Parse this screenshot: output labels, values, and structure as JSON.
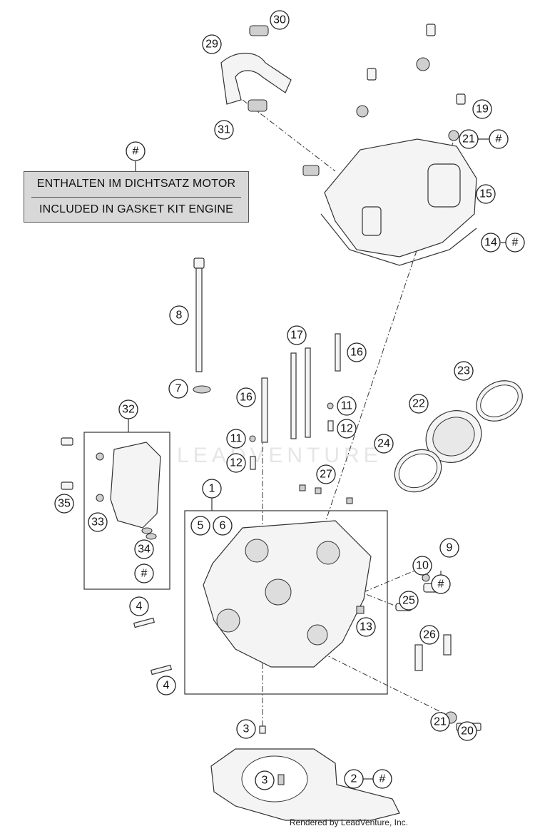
{
  "legend": {
    "marker": "#",
    "line_de": "ENTHALTEN IM DICHTSATZ MOTOR",
    "line_en": "INCLUDED IN GASKET KIT ENGINE"
  },
  "watermark": "LEADVENTURE",
  "footer": "Rendered by LeadVenture, Inc.",
  "callouts": [
    {
      "id": "c30",
      "text": "30"
    },
    {
      "id": "c29",
      "text": "29"
    },
    {
      "id": "c31",
      "text": "31"
    },
    {
      "id": "c19",
      "text": "19"
    },
    {
      "id": "c21a",
      "text": "21"
    },
    {
      "id": "c21a_h",
      "text": "#"
    },
    {
      "id": "c15",
      "text": "15"
    },
    {
      "id": "c14",
      "text": "14"
    },
    {
      "id": "c14_h",
      "text": "#"
    },
    {
      "id": "c8",
      "text": "8"
    },
    {
      "id": "c7",
      "text": "7"
    },
    {
      "id": "c17",
      "text": "17"
    },
    {
      "id": "c16a",
      "text": "16"
    },
    {
      "id": "c16b",
      "text": "16"
    },
    {
      "id": "c23",
      "text": "23"
    },
    {
      "id": "c22",
      "text": "22"
    },
    {
      "id": "c11a",
      "text": "11"
    },
    {
      "id": "c12a",
      "text": "12"
    },
    {
      "id": "c11b",
      "text": "11"
    },
    {
      "id": "c12b",
      "text": "12"
    },
    {
      "id": "c24",
      "text": "24"
    },
    {
      "id": "c32",
      "text": "32"
    },
    {
      "id": "c35",
      "text": "35"
    },
    {
      "id": "c33",
      "text": "33"
    },
    {
      "id": "c34",
      "text": "34"
    },
    {
      "id": "c34_h",
      "text": "#"
    },
    {
      "id": "c1",
      "text": "1"
    },
    {
      "id": "c5",
      "text": "5"
    },
    {
      "id": "c6",
      "text": "6"
    },
    {
      "id": "c27",
      "text": "27"
    },
    {
      "id": "c9",
      "text": "9"
    },
    {
      "id": "c10",
      "text": "10"
    },
    {
      "id": "c10_h",
      "text": "#"
    },
    {
      "id": "c25",
      "text": "25"
    },
    {
      "id": "c13",
      "text": "13"
    },
    {
      "id": "c26",
      "text": "26"
    },
    {
      "id": "c4a",
      "text": "4"
    },
    {
      "id": "c4b",
      "text": "4"
    },
    {
      "id": "c3a",
      "text": "3"
    },
    {
      "id": "c21b",
      "text": "21"
    },
    {
      "id": "c20",
      "text": "20"
    },
    {
      "id": "c3b",
      "text": "3"
    },
    {
      "id": "c2",
      "text": "2"
    },
    {
      "id": "c2_h",
      "text": "#"
    },
    {
      "id": "legend_h",
      "text": "#"
    }
  ]
}
